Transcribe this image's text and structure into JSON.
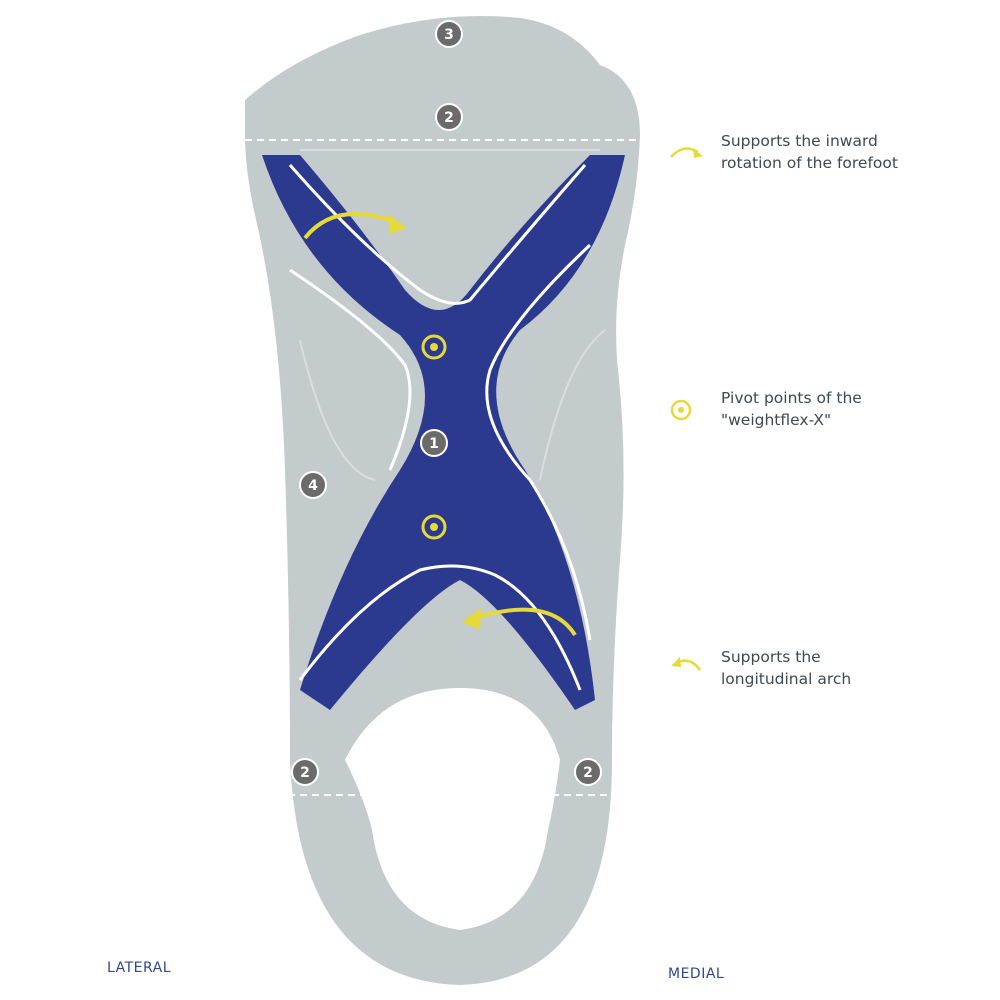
{
  "markers": [
    {
      "id": "m3-top",
      "label": "3"
    },
    {
      "id": "m2-top",
      "label": "2"
    },
    {
      "id": "m1-center",
      "label": "1"
    },
    {
      "id": "m4-left",
      "label": "4"
    },
    {
      "id": "m2-heel-left",
      "label": "2"
    },
    {
      "id": "m2-heel-right",
      "label": "2"
    }
  ],
  "legend": {
    "rotation_line1": "Supports the inward",
    "rotation_line2": "rotation of the forefoot",
    "pivot_line1": "Pivot points of the",
    "pivot_line2": "\"weightflex-X\"",
    "arch_line1": "Supports the",
    "arch_line2": "longitudinal arch"
  },
  "sides": {
    "lateral": "LATERAL",
    "medial": "MEDIAL"
  },
  "colors": {
    "sole": "#c3cbcc",
    "x_blue": "#2b3a8e",
    "accent_yellow": "#e6d93a",
    "marker_gray": "#6b6b6b",
    "outline": "#ffffff",
    "text": "#3d4a52",
    "side_label": "#2e4a8c"
  }
}
